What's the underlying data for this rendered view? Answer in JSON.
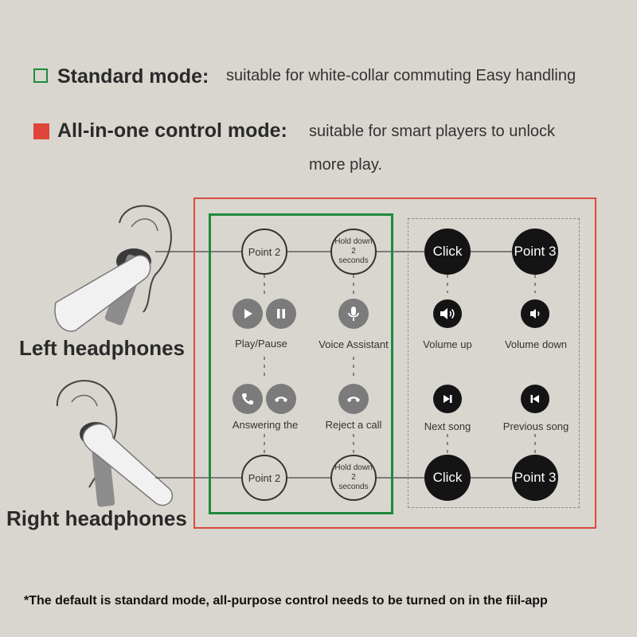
{
  "legend": {
    "standard": {
      "title": "Standard mode:",
      "desc": "suitable for white-collar commuting Easy handling"
    },
    "allinone": {
      "title": "All-in-one control mode:",
      "desc_line1": "suitable for smart players to unlock",
      "desc_line2": "more play."
    }
  },
  "headphones": {
    "left": "Left headphones",
    "right": "Right headphones"
  },
  "standard": {
    "left_point": "Point 2",
    "left_hold": [
      "Hold down",
      "2",
      "seconds"
    ],
    "right_point": "Point 2",
    "right_hold": [
      "Hold down",
      "2",
      "seconds"
    ],
    "play_pause": "Play/Pause",
    "voice_assistant": "Voice Assistant",
    "answering": "Answering the",
    "reject": "Reject a call"
  },
  "allinone": {
    "top_click": "Click",
    "top_point": "Point 3",
    "bottom_click": "Click",
    "bottom_point": "Point 3",
    "volume_up": "Volume up",
    "volume_down": "Volume down",
    "next_song": "Next song",
    "previous_song": "Previous song"
  },
  "footnote": "*The default is standard mode, all-purpose control needs to be turned on in the fiil-app",
  "colors": {
    "green": "#1e8a3a",
    "red": "#e0443a",
    "background": "#d9d6cf"
  }
}
